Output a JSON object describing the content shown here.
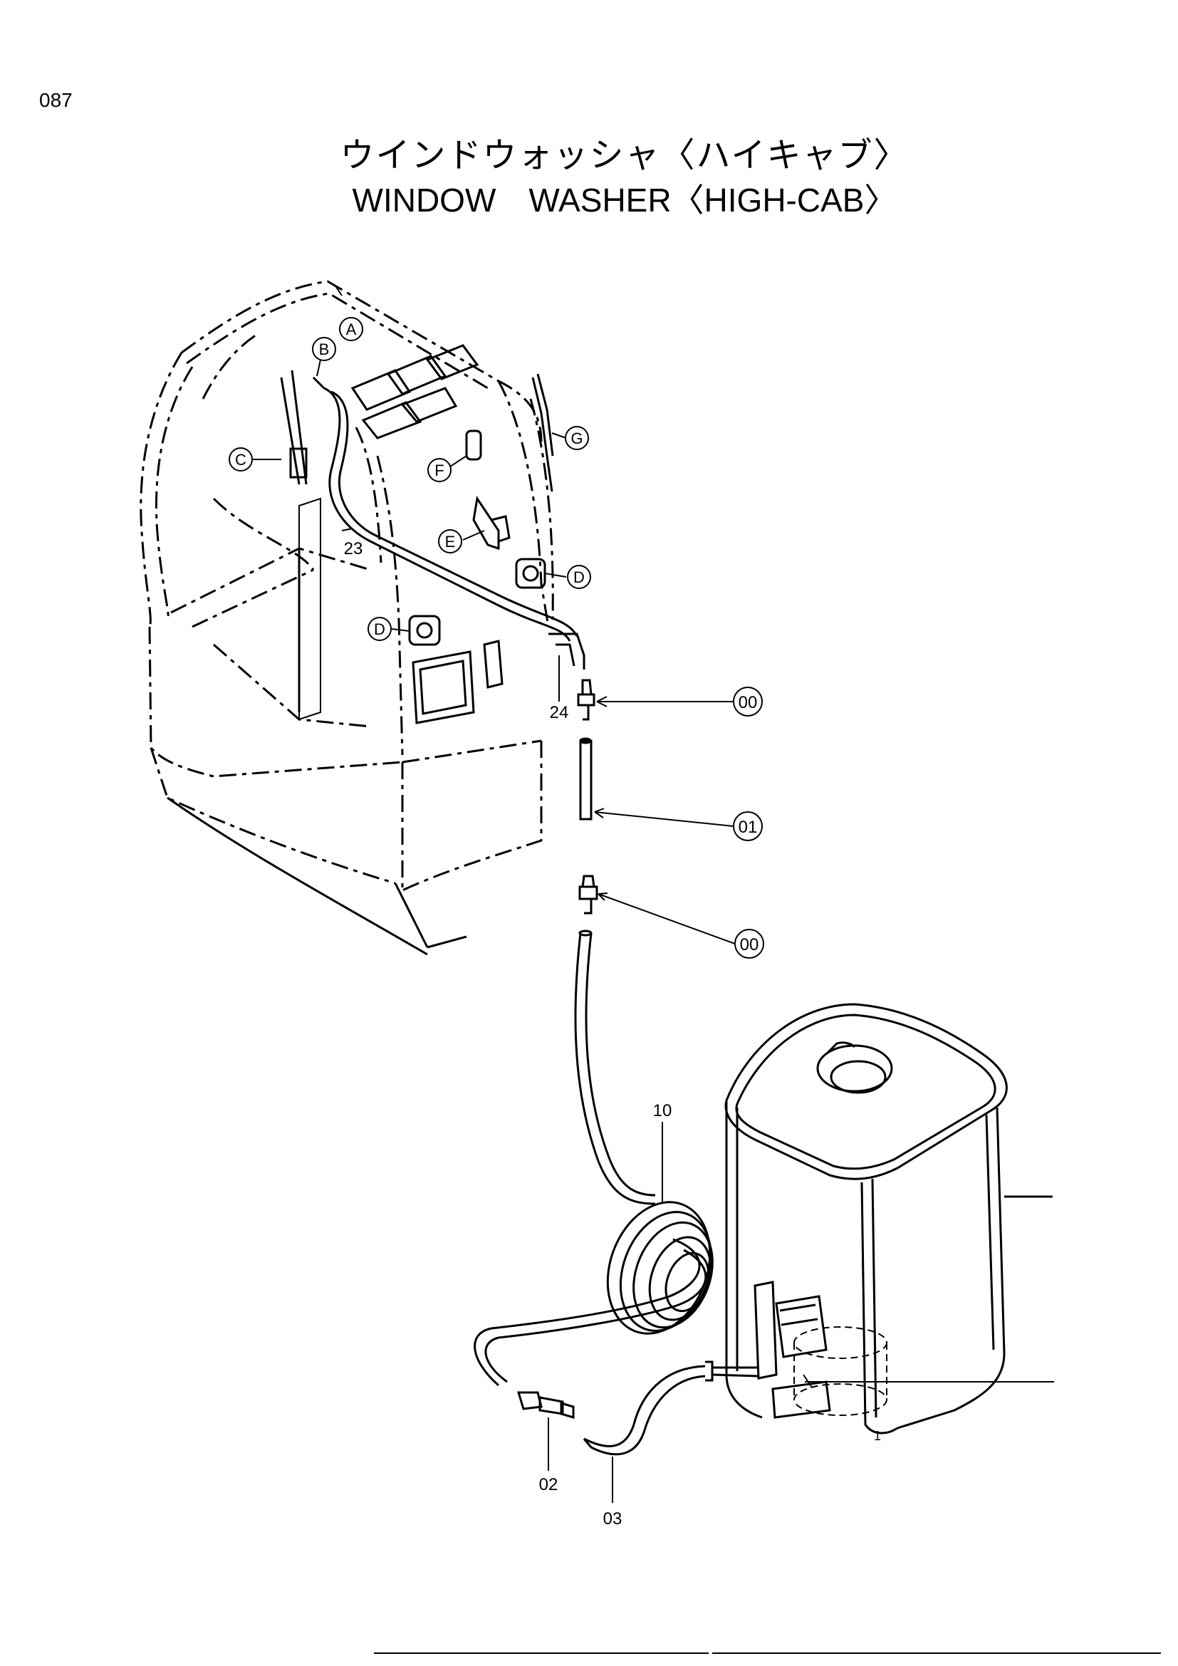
{
  "page_number": "087",
  "title_jp": "ウインドウォッシャ〈ハイキャブ〉",
  "title_en": "WINDOW　WASHER〈HIGH-CAB〉",
  "detail_labels": [
    "A",
    "B",
    "C",
    "D",
    "D",
    "E",
    "F",
    "G"
  ],
  "part_callouts": {
    "c00_top": "00",
    "c01": "01",
    "c00_bottom": "00"
  },
  "part_numbers": {
    "p23": "23",
    "p24": "24",
    "p10": "10",
    "p02": "02",
    "p03": "03",
    "p1": "1"
  }
}
